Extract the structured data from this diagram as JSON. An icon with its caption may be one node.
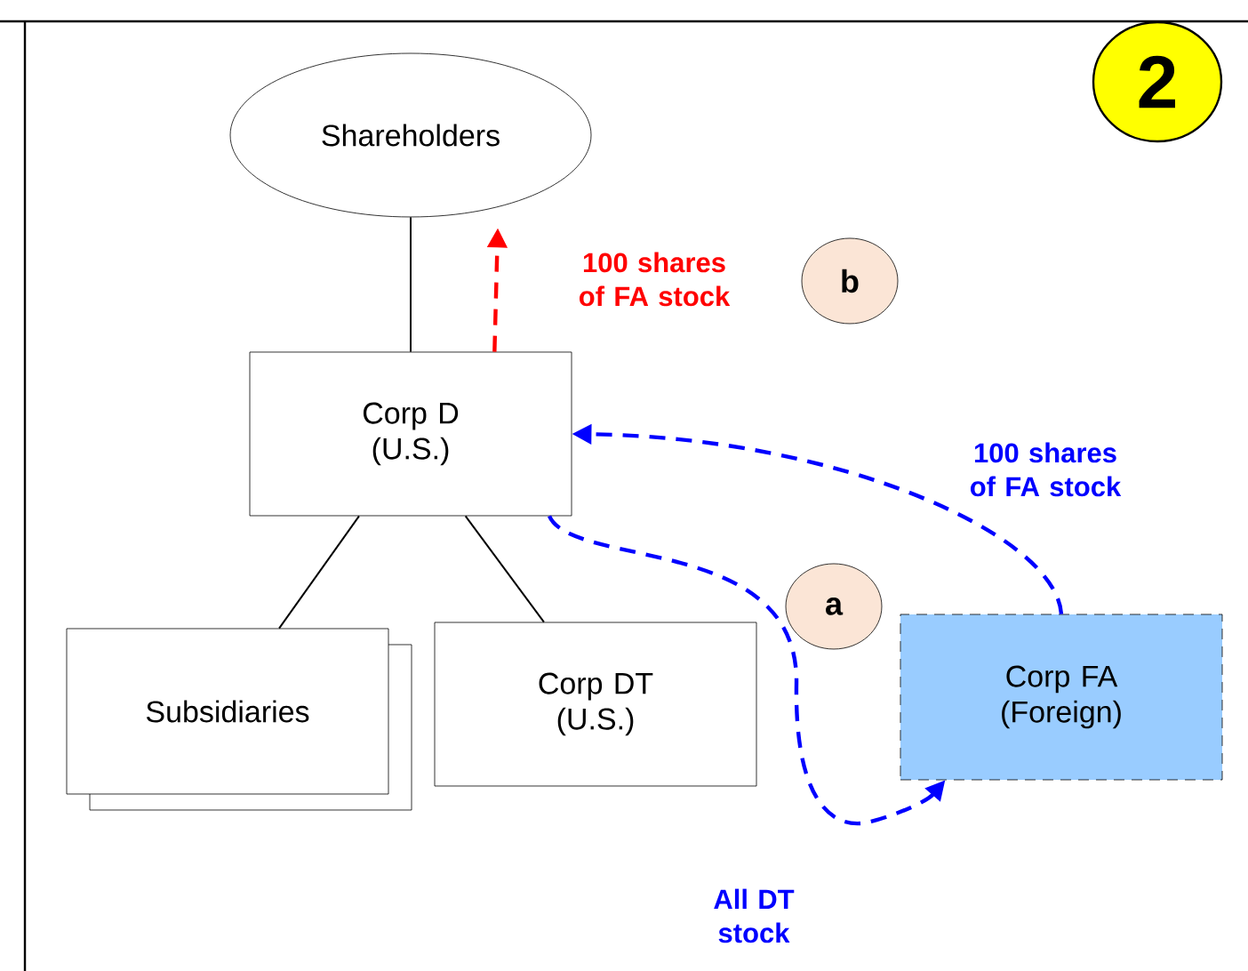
{
  "diagram": {
    "nodes": [
      {
        "text": [
          "Shareholders"
        ]
      },
      {
        "text": [
          "Corp D (U.S.)"
        ]
      },
      {
        "text": [
          "Subsidiaries"
        ]
      },
      {
        "text": [
          "Corp DT (U.S.)"
        ]
      },
      {
        "text": [
          "Corp FA (Foreign)"
        ]
      },
      {
        "text": [
          "2"
        ]
      },
      {
        "text": [
          "b"
        ]
      },
      {
        "text": [
          "a"
        ]
      }
    ],
    "edges": [
      {
        "from": 1,
        "to": 0,
        "arrow": "none"
      },
      {
        "from": 1,
        "to": 2,
        "arrow": "none"
      },
      {
        "from": 1,
        "to": 3,
        "arrow": "none"
      },
      {
        "from": 1,
        "to": 0,
        "arrow": "to",
        "style": "dashed",
        "color": "#ff0000",
        "label": "100 shares of FA stock"
      },
      {
        "from": 4,
        "to": 1,
        "arrow": "to",
        "style": "dashed",
        "color": "#0000ff",
        "label": "100 shares of FA stock"
      },
      {
        "from": 1,
        "to": 4,
        "arrow": "to",
        "style": "dashed",
        "color": "#0000ff",
        "label": "All DT stock"
      }
    ]
  }
}
